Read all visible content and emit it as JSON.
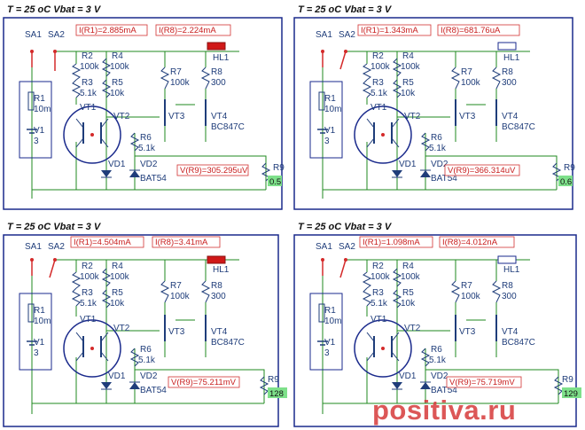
{
  "colors": {
    "wire": "#1f8a1f",
    "frame": "#1a2a8c",
    "label": "#1f3d7a",
    "meas_text": "#c81e1e",
    "meas_box": "#d23232",
    "switch_red": "#d42a2a",
    "led_on": "#d01818",
    "pot_fill": "#7ee08a",
    "watermark": "#d63a3a"
  },
  "panels": [
    {
      "header": "T = 25 oC   Vbat = 3 V",
      "i_r1": "I(R1)=2.885mA",
      "i_r8": "I(R8)=2.224mA",
      "v_r9": "V(R9)=305.295uV",
      "r9_value": "0.5",
      "led_on": true,
      "sa_closed": true
    },
    {
      "header": "T = 25 oC   Vbat = 3 V",
      "i_r1": "I(R1)=1.343mA",
      "i_r8": "I(R8)=681.76uA",
      "v_r9": "V(R9)=366.314uV",
      "r9_value": "0.6",
      "led_on": false,
      "sa_closed": false
    },
    {
      "header": "T = 25 oC   Vbat = 3 V",
      "i_r1": "I(R1)=4.504mA",
      "i_r8": "I(R8)=3.41mA",
      "v_r9": "V(R9)=75.211mV",
      "r9_value": "128",
      "led_on": true,
      "sa_closed": false
    },
    {
      "header": "T = 25 oC   Vbat = 3 V",
      "i_r1": "I(R1)=1.098mA",
      "i_r8": "I(R8)=4.012nA",
      "v_r9": "V(R9)=75.719mV",
      "r9_value": "129",
      "led_on": false,
      "sa_closed": false
    }
  ],
  "components": {
    "sa1": "SA1",
    "sa2": "SA2",
    "r1": "R1",
    "r1_val": "10m",
    "v1": "V1",
    "v1_val": "3",
    "r2": "R2",
    "r2_val": "100k",
    "r3": "R3",
    "r3_val": "5.1k",
    "r4": "R4",
    "r4_val": "100k",
    "r5": "R5",
    "r5_val": "10k",
    "r6": "R6",
    "r6_val": "5.1k",
    "r7": "R7",
    "r7_val": "100k",
    "r8": "R8",
    "r8_val": "300",
    "r9": "R9",
    "vt1": "VT1",
    "vt2": "VT2",
    "vt3": "VT3",
    "vt4": "VT4",
    "vt4_type": "BC847C",
    "vd1": "VD1",
    "vd2": "VD2",
    "vd_type": "BAT54",
    "hl1": "HL1"
  },
  "watermark": {
    "brand": "positiva",
    "dot": ".",
    "tld": "ru"
  }
}
